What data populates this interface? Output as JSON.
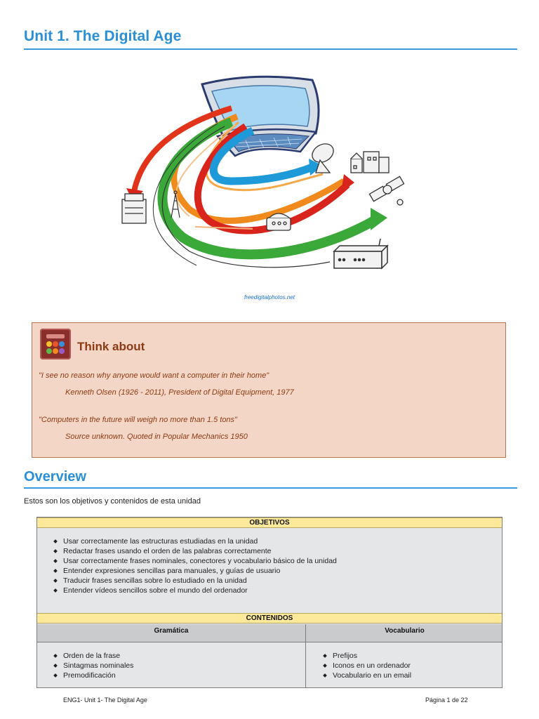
{
  "title": "Unit 1. The Digital Age",
  "figure": {
    "credit": "freedigitalphotos.net"
  },
  "think_about": {
    "heading": "Think about",
    "quote1": "\"I see no reason why anyone would want a computer in their home\"",
    "attribution1": "Kenneth Olsen (1926 - 2011), President of Digital Equipment, 1977",
    "quote2": "\"Computers in the future will weigh no more than 1.5 tons\"",
    "attribution2": "Source unknown. Quoted in Popular Mechanics 1950"
  },
  "overview": {
    "heading": "Overview",
    "intro": "Estos son los objetivos y contenidos de esta unidad",
    "objetivos_header": "OBJETIVOS",
    "objetivos": [
      "Usar correctamente las estructuras estudiadas en la unidad",
      "Redactar frases usando el orden de las palabras correctamente",
      "Usar correctamente frases nominales, conectores y vocabulario básico de la unidad",
      "Entender expresiones sencillas para manuales, y guías de usuario",
      "Traducir frases sencillas sobre lo estudiado en la unidad",
      "Entender vídeos sencillos sobre el mundo del ordenador"
    ],
    "contenidos_header": "CONTENIDOS",
    "gramatica_header": "Gramática",
    "vocabulario_header": "Vocabulario",
    "gramatica": [
      "Orden de la frase",
      "Sintagmas nominales",
      "Premodificación"
    ],
    "vocabulario": [
      "Prefijos",
      "Iconos en un ordenador",
      "Vocabulario en un email"
    ]
  },
  "footer": {
    "left": "ENG1- Unit 1- The Digital Age",
    "right": "Página 1 de 22"
  }
}
